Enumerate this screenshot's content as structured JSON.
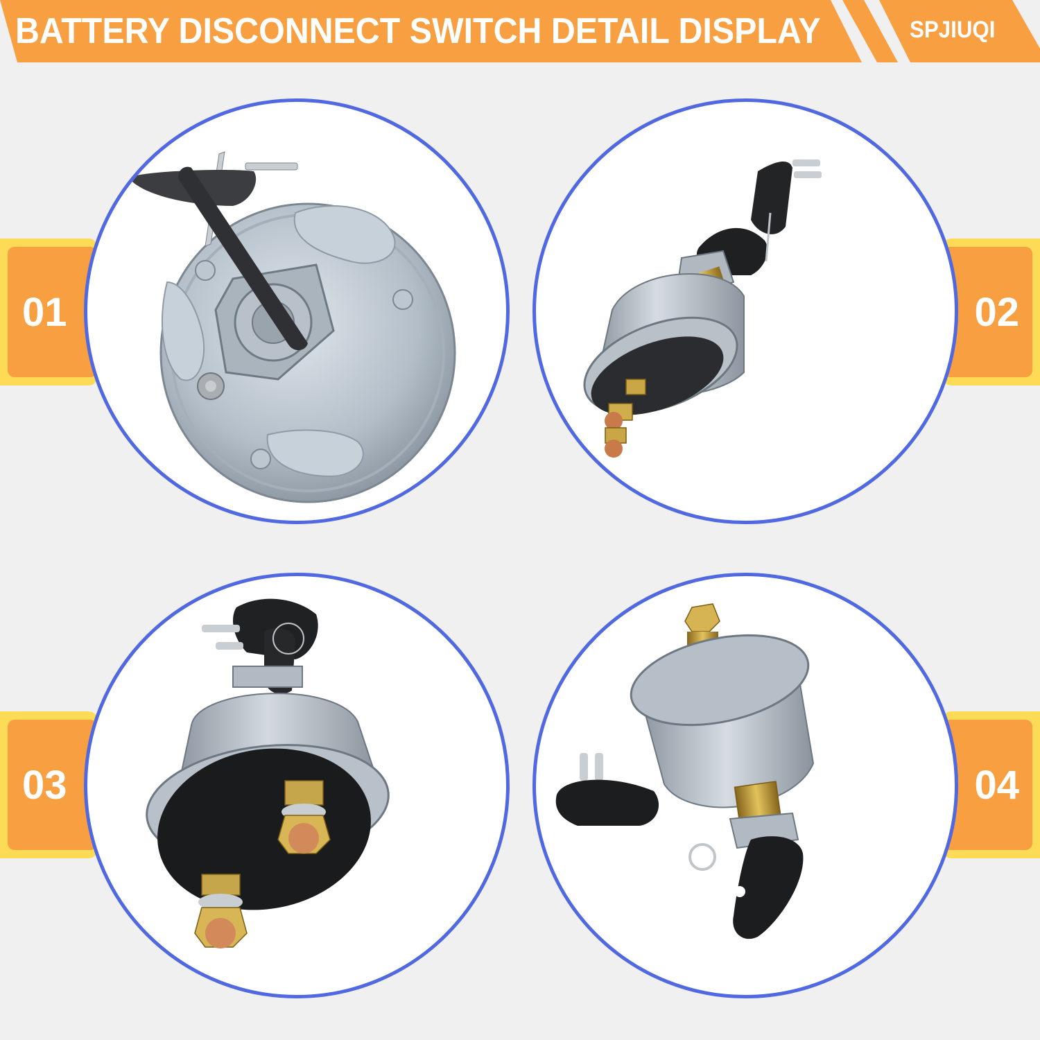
{
  "header": {
    "title": "BATTERY DISCONNECT SWITCH DETAIL DISPLAY",
    "brand": "SPJIUQI"
  },
  "colors": {
    "background": "#f0f0f0",
    "banner_orange": "#f89f41",
    "badge_yellow": "#fedb56",
    "badge_orange": "#f89f41",
    "circle_border_blue": "#5068e0",
    "text_white": "#ffffff"
  },
  "panels": [
    {
      "number": "01",
      "badge_side": "left",
      "image": "battery-disconnect-switch-front-face-with-key-inserted"
    },
    {
      "number": "02",
      "badge_side": "right",
      "image": "battery-disconnect-switch-angled-view-with-keys"
    },
    {
      "number": "03",
      "badge_side": "left",
      "image": "battery-disconnect-switch-rear-terminals-view"
    },
    {
      "number": "04",
      "badge_side": "right",
      "image": "battery-disconnect-switch-side-view-with-two-keys"
    }
  ]
}
